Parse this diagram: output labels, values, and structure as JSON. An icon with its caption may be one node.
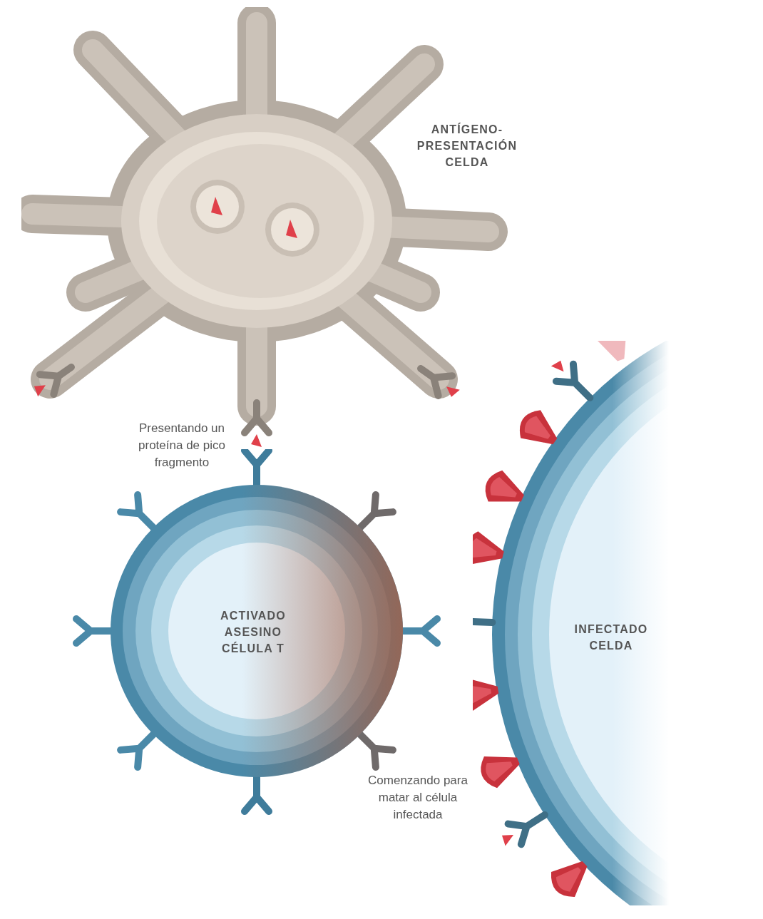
{
  "diagram": {
    "nodes": [
      {
        "text": [
          "ANTÍGENO- PRESENTACIÓN CELDA"
        ]
      },
      {
        "text": [
          "ACTIVADO ASESINO CÉLULA T"
        ]
      },
      {
        "text": [
          "INFECTADO CELDA"
        ]
      }
    ],
    "labels": [
      "Presentando un proteína de pico fragmento",
      "Comenzando para matar al célula infectada"
    ]
  }
}
